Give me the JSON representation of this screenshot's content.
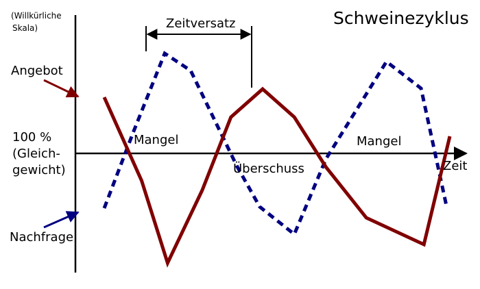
{
  "title": "Schweinezyklus",
  "scale_note": [
    "(Willkürliche",
    "Skala)"
  ],
  "labels": {
    "supply": "Angebot",
    "equilibrium": [
      "100 %",
      "(Gleich-",
      "gewicht)"
    ],
    "demand": "Nachfrage",
    "time_axis": "Zeit",
    "time_lag": "Zeitversatz",
    "shortage_1": "Mangel",
    "surplus": "Überschuss",
    "shortage_2": "Mangel"
  },
  "colors": {
    "supply_line": "#800000",
    "demand_line": "#000080",
    "axis": "#000000"
  },
  "series": {
    "supply": [
      {
        "t": 1.0,
        "v": 82
      },
      {
        "t": 2.3,
        "v": -40
      },
      {
        "t": 3.2,
        "v": -160
      },
      {
        "t": 4.4,
        "v": -54
      },
      {
        "t": 5.4,
        "v": 53
      },
      {
        "t": 6.5,
        "v": 94
      },
      {
        "t": 7.6,
        "v": 53
      },
      {
        "t": 8.7,
        "v": -20
      },
      {
        "t": 10.1,
        "v": -94
      },
      {
        "t": 12.1,
        "v": -133
      },
      {
        "t": 13.0,
        "v": 25
      }
    ],
    "demand": [
      {
        "t": 1.0,
        "v": -80
      },
      {
        "t": 2.0,
        "v": 30
      },
      {
        "t": 3.1,
        "v": 146
      },
      {
        "t": 4.0,
        "v": 121
      },
      {
        "t": 5.6,
        "v": -18
      },
      {
        "t": 6.4,
        "v": -78
      },
      {
        "t": 7.6,
        "v": -118
      },
      {
        "t": 8.7,
        "v": -8
      },
      {
        "t": 10.8,
        "v": 134
      },
      {
        "t": 12.0,
        "v": 95
      },
      {
        "t": 12.9,
        "v": -80
      }
    ]
  }
}
